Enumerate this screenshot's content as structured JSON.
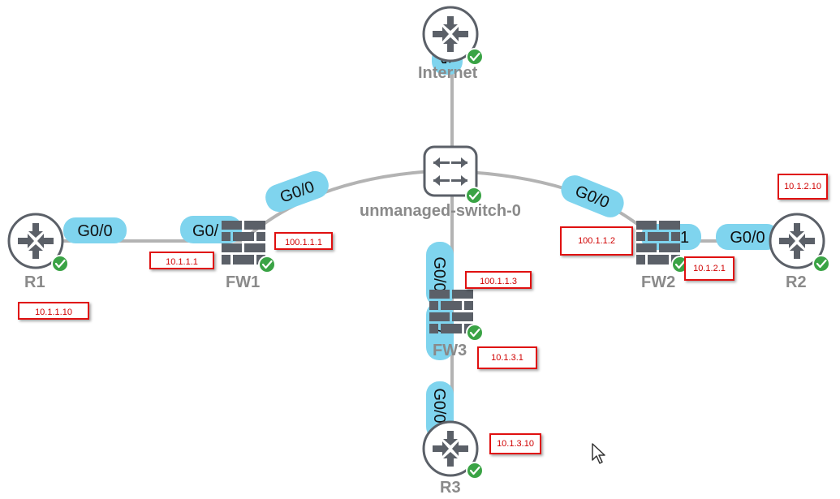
{
  "nodes": {
    "internet": {
      "label": "Internet",
      "iface": "G",
      "status": "ok"
    },
    "switch": {
      "label": "unmanaged-switch-0",
      "status": "ok"
    },
    "r1": {
      "label": "R1",
      "iface": "G0/0",
      "status": "ok"
    },
    "fw1": {
      "label": "FW1",
      "iface_left": "G0/",
      "iface_right": "G0/0",
      "status": "ok"
    },
    "fw2": {
      "label": "FW2",
      "iface_left": "G0/0",
      "iface_right": "1",
      "status": "ok"
    },
    "r2": {
      "label": "R2",
      "iface": "G0/0",
      "status": "ok"
    },
    "fw3": {
      "label": "FW3",
      "iface_top": "G0/0",
      "iface_bottom": "/",
      "status": "ok"
    },
    "r3": {
      "label": "R3",
      "iface": "G0/0",
      "status": "ok"
    }
  },
  "ip_labels": {
    "r1": "10.1.1.10",
    "fw1_inside": "10.1.1.1",
    "fw1_outside": "100.1.1.1",
    "fw2_outside": "100.1.1.2",
    "fw2_inside": "10.1.2.1",
    "r2": "10.1.2.10",
    "fw3_outside": "100.1.1.3",
    "fw3_inside": "10.1.3.1",
    "r3": "10.1.3.10"
  },
  "colors": {
    "link": "#b3b3b3",
    "interface_pill": "#7fd4ee",
    "device_icon": "#5b6068",
    "status_ok": "#3aa345",
    "ip_border": "#e01010"
  }
}
